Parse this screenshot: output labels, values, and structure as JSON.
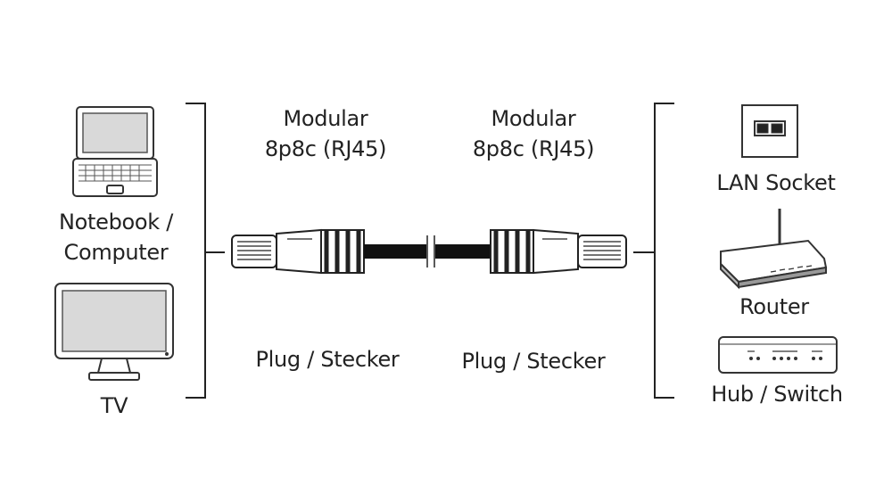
{
  "labels": {
    "notebook": "Notebook /",
    "computer": "Computer",
    "tv": "TV",
    "left_connector_line1": "Modular",
    "left_connector_line2": "8p8c (RJ45)",
    "right_connector_line1": "Modular",
    "right_connector_line2": "8p8c (RJ45)",
    "left_plug": "Plug / Stecker",
    "right_plug": "Plug / Stecker",
    "lan_socket": "LAN Socket",
    "router": "Router",
    "hub_switch": "Hub / Switch"
  },
  "icons": [
    "notebook-icon",
    "tv-icon",
    "rj45-plug-icon",
    "lan-socket-icon",
    "router-icon",
    "hub-switch-icon"
  ]
}
